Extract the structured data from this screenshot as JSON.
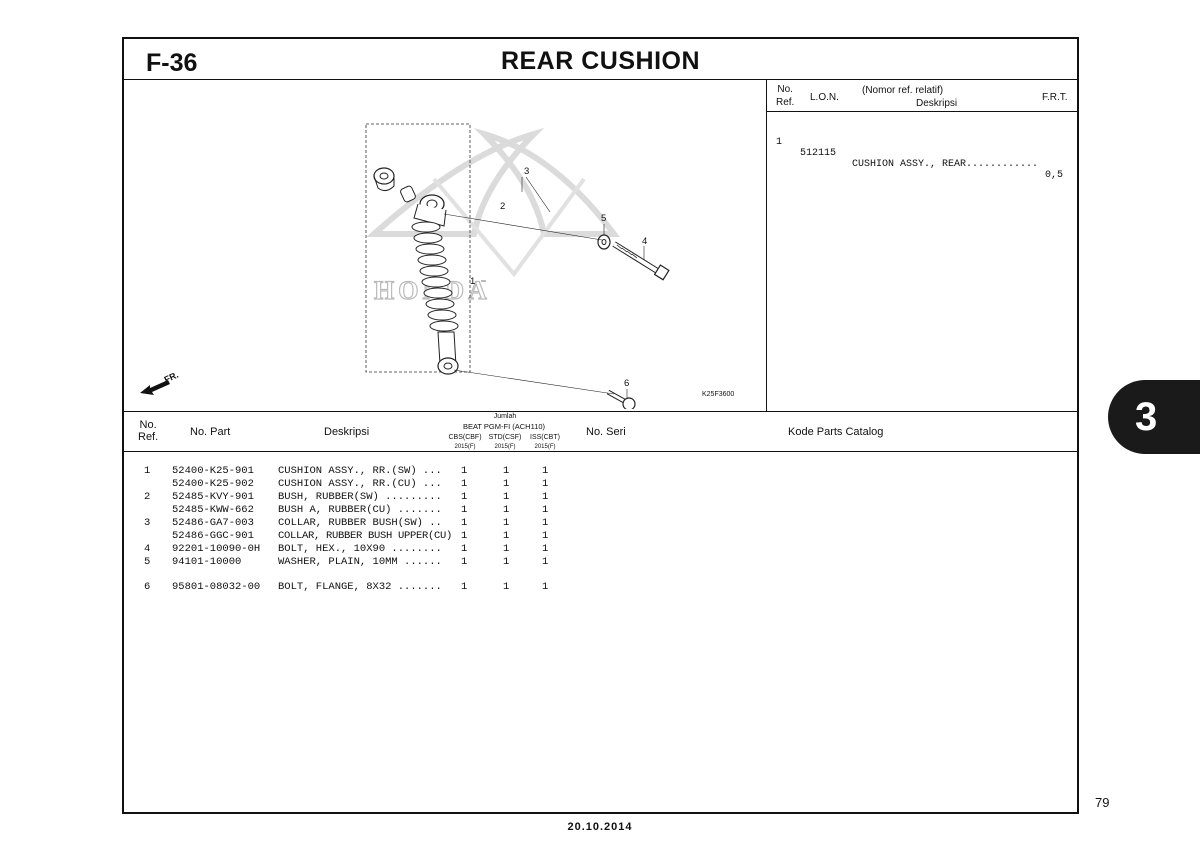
{
  "page": {
    "code": "F-36",
    "title": "REAR CUSHION",
    "page_number": "79",
    "section_tab": "3",
    "date": "20.10.2014"
  },
  "ref_table": {
    "header": {
      "no": "No.",
      "ref": "Ref.",
      "lon": "L.O.N.",
      "nomor": "(Nomor ref. relatif)",
      "deskripsi": "Deskripsi",
      "frt": "F.R.T."
    },
    "rows": [
      {
        "ref": "1",
        "lon": "512115",
        "desc": "CUSHION ASSY., REAR............",
        "frt": "0,5"
      }
    ]
  },
  "diagram": {
    "code": "K25F3600",
    "fr_label": "FR.",
    "watermark": "HONDA",
    "callouts": [
      "1",
      "2",
      "3",
      "4",
      "5",
      "6"
    ]
  },
  "parts_table": {
    "header": {
      "no": "No.",
      "ref": "Ref.",
      "no_part": "No. Part",
      "deskripsi": "Deskripsi",
      "jumlah": "Jumlah",
      "model": "BEAT PGM-FI (ACH110)",
      "variants": [
        "CBS(CBF)",
        "STD(CSF)",
        "ISS(CBT)"
      ],
      "years": [
        "2015(F)",
        "2015(F)",
        "2015(F)"
      ],
      "no_seri": "No. Seri",
      "kode": "Kode Parts Catalog"
    },
    "rows": [
      {
        "ref": "1",
        "part": "52400-K25-901",
        "desc": "CUSHION ASSY., RR.(SW) ...",
        "q1": "1",
        "q2": "1",
        "q3": "1"
      },
      {
        "ref": "",
        "part": "52400-K25-902",
        "desc": "CUSHION ASSY., RR.(CU) ...",
        "q1": "1",
        "q2": "1",
        "q3": "1"
      },
      {
        "ref": "2",
        "part": "52485-KVY-901",
        "desc": "BUSH, RUBBER(SW) .........",
        "q1": "1",
        "q2": "1",
        "q3": "1"
      },
      {
        "ref": "",
        "part": "52485-KWW-662",
        "desc": "BUSH A, RUBBER(CU) .......",
        "q1": "1",
        "q2": "1",
        "q3": "1"
      },
      {
        "ref": "3",
        "part": "52486-GA7-003",
        "desc": "COLLAR, RUBBER BUSH(SW) ..",
        "q1": "1",
        "q2": "1",
        "q3": "1"
      },
      {
        "ref": "",
        "part": "52486-GGC-901",
        "desc": "COLLAR, RUBBER BUSH UPPER(CU)",
        "q1": "1",
        "q2": "1",
        "q3": "1"
      },
      {
        "ref": "4",
        "part": "92201-10090-0H",
        "desc": "BOLT, HEX., 10X90 ........",
        "q1": "1",
        "q2": "1",
        "q3": "1"
      },
      {
        "ref": "5",
        "part": "94101-10000",
        "desc": "WASHER, PLAIN, 10MM ......",
        "q1": "1",
        "q2": "1",
        "q3": "1"
      },
      {
        "ref": "6",
        "part": "95801-08032-00",
        "desc": "BOLT, FLANGE, 8X32 .......",
        "q1": "1",
        "q2": "1",
        "q3": "1"
      }
    ]
  }
}
